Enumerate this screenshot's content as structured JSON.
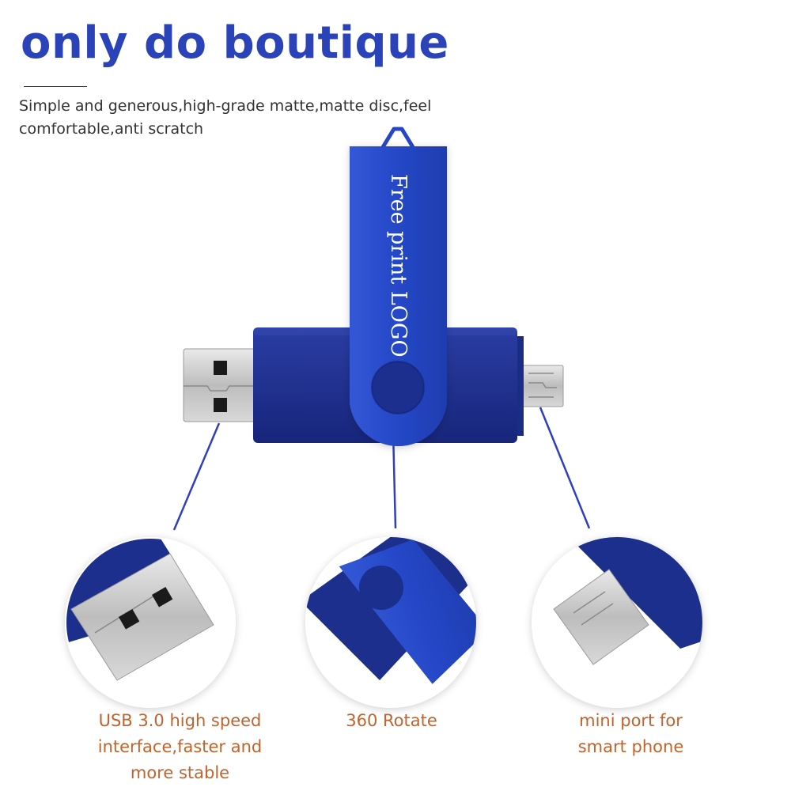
{
  "header": {
    "title": "only do boutique",
    "subtitle": "Simple and generous,high-grade matte,matte disc,feel comfortable,anti scratch"
  },
  "product": {
    "swivel_print": "Free print LOGO",
    "body_color": "#1d2f8c",
    "swivel_color": "#2547c7",
    "accent_line_color": "#2f3fbd"
  },
  "features": [
    {
      "lines": [
        "USB 3.0 high speed",
        "interface,faster and",
        "more stable"
      ]
    },
    {
      "lines": [
        "360 Rotate"
      ]
    },
    {
      "lines": [
        "mini port for",
        "smart phone"
      ]
    }
  ],
  "caption_color": "#c0632d"
}
